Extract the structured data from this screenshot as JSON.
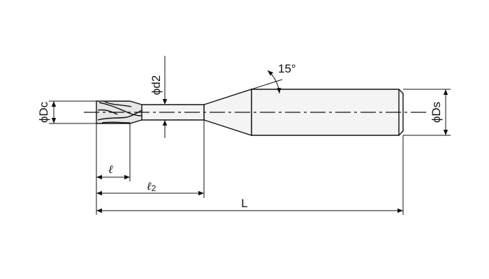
{
  "drawing": {
    "labels": {
      "dc": "ϕDc",
      "d2": "ϕd2",
      "ds": "ϕDs",
      "angle": "15°",
      "l": "ℓ",
      "l2_main": "ℓ",
      "l2_sub": "2",
      "L": "L"
    },
    "colors": {
      "line": "#111111",
      "fill_shank": "#f4f4f4",
      "fill_flute": "#e6e6e6"
    }
  }
}
